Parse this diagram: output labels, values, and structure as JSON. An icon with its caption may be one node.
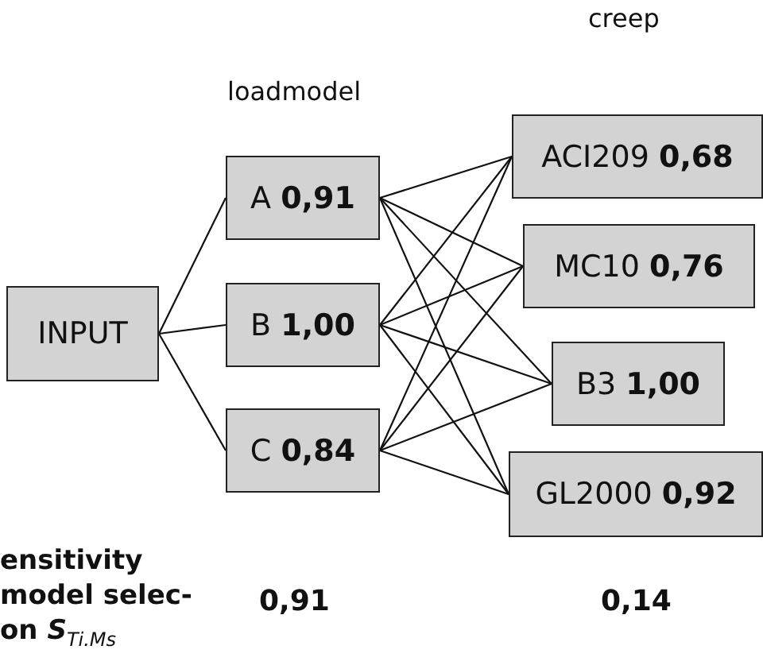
{
  "diagram": {
    "nodes": [
      {
        "text": [
          "INPUT"
        ]
      },
      {
        "text": [
          "A **0,91**"
        ]
      },
      {
        "text": [
          "B **1,00**"
        ]
      },
      {
        "text": [
          "C **0,84**"
        ]
      },
      {
        "text": [
          "ACI209 **0,68**"
        ]
      },
      {
        "text": [
          "MC10 **0,76**"
        ]
      },
      {
        "text": [
          "B3 **1,00**"
        ]
      },
      {
        "text": [
          "GL2000 **0,92**"
        ]
      }
    ],
    "edges": [
      {
        "from": 0,
        "to": 1,
        "arrow": "none"
      },
      {
        "from": 0,
        "to": 2,
        "arrow": "none"
      },
      {
        "from": 0,
        "to": 3,
        "arrow": "none"
      },
      {
        "from": 1,
        "to": 4,
        "arrow": "none"
      },
      {
        "from": 1,
        "to": 5,
        "arrow": "none"
      },
      {
        "from": 1,
        "to": 6,
        "arrow": "none"
      },
      {
        "from": 1,
        "to": 7,
        "arrow": "none"
      },
      {
        "from": 2,
        "to": 4,
        "arrow": "none"
      },
      {
        "from": 2,
        "to": 5,
        "arrow": "none"
      },
      {
        "from": 2,
        "to": 6,
        "arrow": "none"
      },
      {
        "from": 2,
        "to": 7,
        "arrow": "none"
      },
      {
        "from": 3,
        "to": 4,
        "arrow": "none"
      },
      {
        "from": 3,
        "to": 5,
        "arrow": "none"
      },
      {
        "from": 3,
        "to": 6,
        "arrow": "none"
      },
      {
        "from": 3,
        "to": 7,
        "arrow": "none"
      }
    ],
    "labels": [
      "creep",
      "loadmodel",
      "ensitivity model selec- on *S*$_{Ti.Ms}$",
      "0,91",
      "0,14"
    ]
  }
}
